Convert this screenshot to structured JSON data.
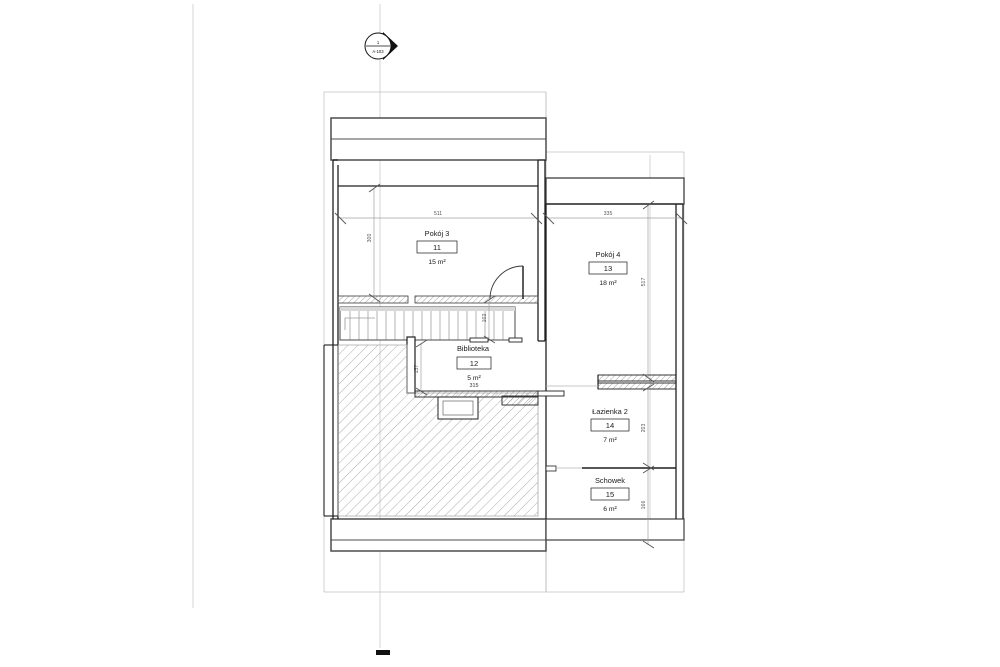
{
  "drawing": {
    "type": "architectural-floor-plan",
    "discipline": "residential attic floor plan",
    "language": "Polish"
  },
  "section_marker": {
    "name": "section-callout",
    "number": "1",
    "sheet": "A-103",
    "direction": "east"
  },
  "rooms": [
    {
      "key": "pokoj3",
      "name": "Pokój 3",
      "number": "11",
      "area": "15 m²",
      "sub": ""
    },
    {
      "key": "pokoj4",
      "name": "Pokój 4",
      "number": "13",
      "area": "18 m²",
      "sub": ""
    },
    {
      "key": "biblioteka",
      "name": "Biblioteka",
      "number": "12",
      "area": "5 m²",
      "sub": "315"
    },
    {
      "key": "lazienka2",
      "name": "Łazienka 2",
      "number": "14",
      "area": "7 m²",
      "sub": ""
    },
    {
      "key": "schowek",
      "name": "Schowek",
      "number": "15",
      "area": "6 m²",
      "sub": ""
    }
  ],
  "dimensions": {
    "horizontal": [
      {
        "key": "pokoj3_width",
        "value": "511"
      },
      {
        "key": "pokoj4_width",
        "value": "335"
      }
    ],
    "vertical": [
      {
        "key": "pokoj3_height",
        "value": "300"
      },
      {
        "key": "stair_opening",
        "value": "102"
      },
      {
        "key": "biblioteka_depth",
        "value": "157"
      },
      {
        "key": "pokoj4_height",
        "value": "517"
      },
      {
        "key": "lazienka_height",
        "value": "203"
      },
      {
        "key": "schowek_height",
        "value": "166"
      }
    ]
  },
  "colors": {
    "line": "#1a1a1a",
    "wall_heavy": "#4a4a4a",
    "grid": "#b9b9b9",
    "dim": "#8d8d8d",
    "hatch": "#9a9a9a",
    "paper": "#ffffff"
  },
  "elements": {
    "stair_label": "staircase",
    "hatch_label": "sloped-ceiling-area",
    "door_label": "door-swing"
  }
}
